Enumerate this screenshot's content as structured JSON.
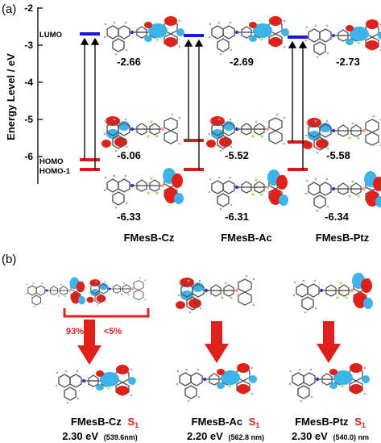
{
  "panel_a": {
    "label": "(a)",
    "axis_label": "Energy Level / eV",
    "ticks": [
      "-2",
      "-3",
      "-4",
      "-5",
      "-6"
    ],
    "lumo_label": "LUMO",
    "homo_label": "HOMO",
    "homo1_label": "HOMO-1",
    "molecules": [
      {
        "name": "FMesB-Cz",
        "lumo": "-2.66",
        "homo": "-6.06",
        "homo1": "-6.33"
      },
      {
        "name": "FMesB-Ac",
        "lumo": "-2.69",
        "homo": "-5.52",
        "homo1": "-6.31"
      },
      {
        "name": "FMesB-Ptz",
        "lumo": "-2.73",
        "homo": "-5.58",
        "homo1": "-6.34"
      }
    ]
  },
  "panel_b": {
    "label": "(b)",
    "pct_major": "93%",
    "pct_minor": "<5%",
    "state_label": "S",
    "state_sub": "1",
    "items": [
      {
        "name": "FMesB-Cz",
        "energy": "2.30 eV",
        "nm": "(539.6nm)"
      },
      {
        "name": "FMesB-Ac",
        "energy": "2.20 eV",
        "nm": "(562.8 nm)"
      },
      {
        "name": "FMesB-Ptz",
        "energy": "2.30 eV",
        "nm": "(540.0) nm"
      }
    ]
  },
  "colors": {
    "lumo_line": "#1a1ad8",
    "homo_line": "#d81a1a",
    "lobe_red": "#e0201a",
    "lobe_blue": "#3cb4ea",
    "arrow_red": "#e0201a"
  }
}
